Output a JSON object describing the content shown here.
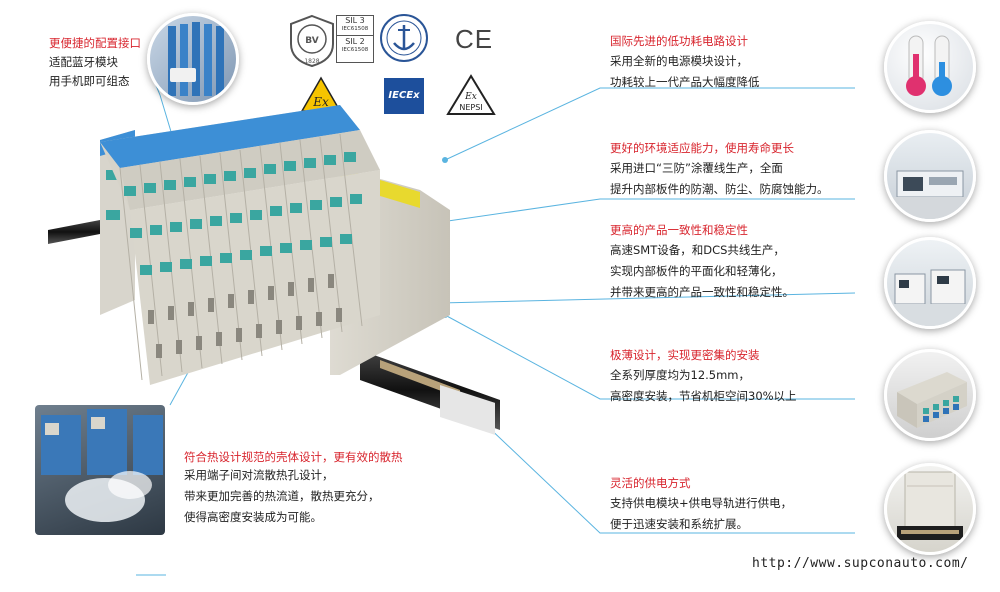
{
  "left_top": {
    "title": "更便捷的配置接口",
    "lines": [
      "适配蓝牙模块",
      "用手机即可组态"
    ]
  },
  "left_bottom": {
    "title": "符合热设计规范的壳体设计，更有效的散热",
    "lines": [
      "采用端子间对流散热孔设计，",
      "带来更加完善的热流道，散热更充分，",
      "使得高密度安装成为可能。"
    ]
  },
  "features": [
    {
      "title": "国际先进的低功耗电路设计",
      "lines": [
        "采用全新的电源模块设计，",
        "功耗较上一代产品大幅度降低"
      ]
    },
    {
      "title": "更好的环境适应能力，使用寿命更长",
      "lines": [
        "采用进口“三防”涂覆线生产，全面",
        "提升内部板件的防潮、防尘、防腐蚀能力。"
      ]
    },
    {
      "title": "更高的产品一致性和稳定性",
      "lines": [
        "高速SMT设备，和DCS共线生产，",
        "实现内部板件的平面化和轻薄化，",
        "并带来更高的产品一致性和稳定性。"
      ]
    },
    {
      "title": "极薄设计，实现更密集的安装",
      "lines": [
        "全系列厚度均为12.5mm，",
        "高密度安装，节省机柜空间30%以上"
      ]
    },
    {
      "title": "灵活的供电方式",
      "lines": [
        "支持供电模块+供电导轨进行供电，",
        "便于迅速安装和系统扩展。"
      ]
    }
  ],
  "certs": {
    "sil": [
      "SIL 3",
      "IEC61508",
      "SIL 2",
      "IEC61508"
    ],
    "ce": "CE",
    "ex": "Ex",
    "iecex": "IECEx",
    "nepsi": [
      "Ex",
      "NEPSI"
    ],
    "bv_year": "1828"
  },
  "url": "http://www.supconauto.com/",
  "colors": {
    "accent_red": "#d8252e",
    "line_blue": "#5ab4e0",
    "module_blue": "#3d8fd6",
    "module_grey": "#d9d6cc"
  }
}
